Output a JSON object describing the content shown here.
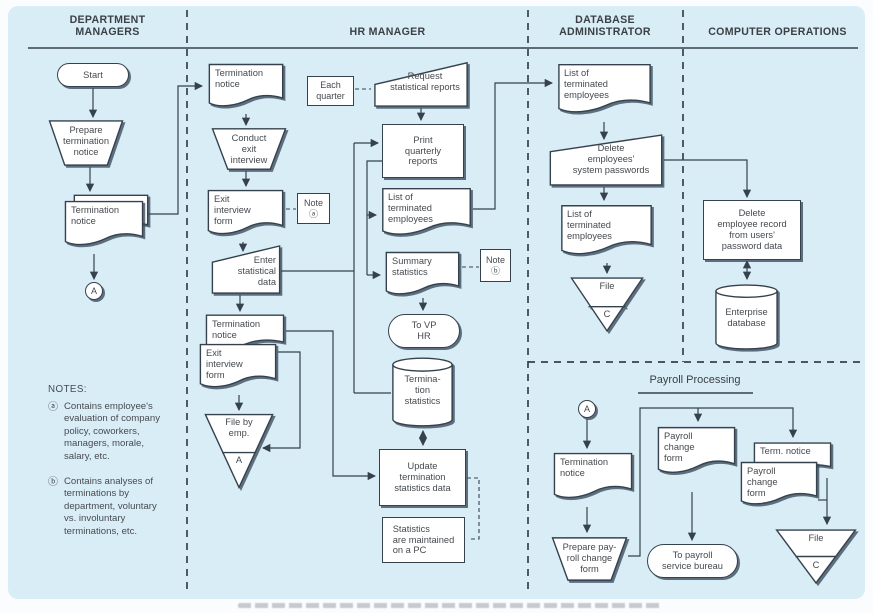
{
  "figure": "Employee termination process document flowchart",
  "colors": {
    "panel_background": "#d9edf7",
    "line": "#35424e",
    "text": "#45494e",
    "shape_fill": "#ffffff",
    "shadow": "#3a4c5c"
  },
  "lanes": {
    "dept": "DEPARTMENT\nMANAGERS",
    "hr": "HR MANAGER",
    "dba": "DATABASE\nADMINISTRATOR",
    "ops": "COMPUTER OPERATIONS"
  },
  "nodes": {
    "start": "Start",
    "prepare_term": "Prepare\ntermination\nnotice",
    "dept_term_notice": "Termination\nnotice",
    "dept_connector": "A",
    "hr_term_notice": "Termination\nnotice",
    "conduct_exit": "Conduct\nexit\ninterview",
    "exit_form": "Exit\ninterview\nform",
    "note_a_tag": "Note\nⓐ",
    "enter_stat": "Enter\nstatistical\ndata",
    "stack_term_notice": "Termination\nnotice",
    "stack_exit_form": "Exit\ninterview\nform",
    "file_emp_label": "File by\nemp.",
    "file_emp_letter": "A",
    "each_quarter": "Each\nquarter",
    "request_reports": "Request\nstatistical reports",
    "print_quarterly": "Print\nquarterly\nreports",
    "hr_list_terminated": "List of\nterminated\nemployees",
    "summary_stats": "Summary\nstatistics",
    "note_b_tag": "Note\nⓑ",
    "to_vp_hr": "To VP\nHR",
    "termination_stats_db": "Termina-\ntion\nstatistics",
    "update_stats": "Update\ntermination\nstatistics data",
    "pc_note": "Statistics\nare maintained\non a PC",
    "dba_list1": "List of\nterminated\nemployees",
    "delete_passwords": "Delete\nemployees'\nsystem passwords",
    "dba_list2": "List of\nterminated\nemployees",
    "file_c1_label": "File",
    "file_c1_letter": "C",
    "delete_record": "Delete\nemployee record\nfrom users'\npassword data",
    "enterprise_db": "Enterprise\ndatabase",
    "payroll_title": "Payroll Processing",
    "payroll_connector": "A",
    "pr_term_notice": "Termination\nnotice",
    "prepare_payroll": "Prepare pay-\nroll change\nform",
    "payroll_change1": "Payroll\nchange\nform",
    "to_payroll_bureau": "To payroll\nservice bureau",
    "term_notice2": "Term. notice",
    "payroll_change2": "Payroll\nchange\nform",
    "file_c2_label": "File",
    "file_c2_letter": "C"
  },
  "notes": {
    "title": "NOTES:",
    "a_symbol": "ⓐ",
    "a_text": "Contains employee's\nevaluation of company\npolicy, coworkers,\nmanagers, morale,\nsalary, etc.",
    "b_symbol": "ⓑ",
    "b_text": "Contains analyses of\nterminations by\ndepartment, voluntary\nvs. involuntary\nterminations, etc."
  }
}
